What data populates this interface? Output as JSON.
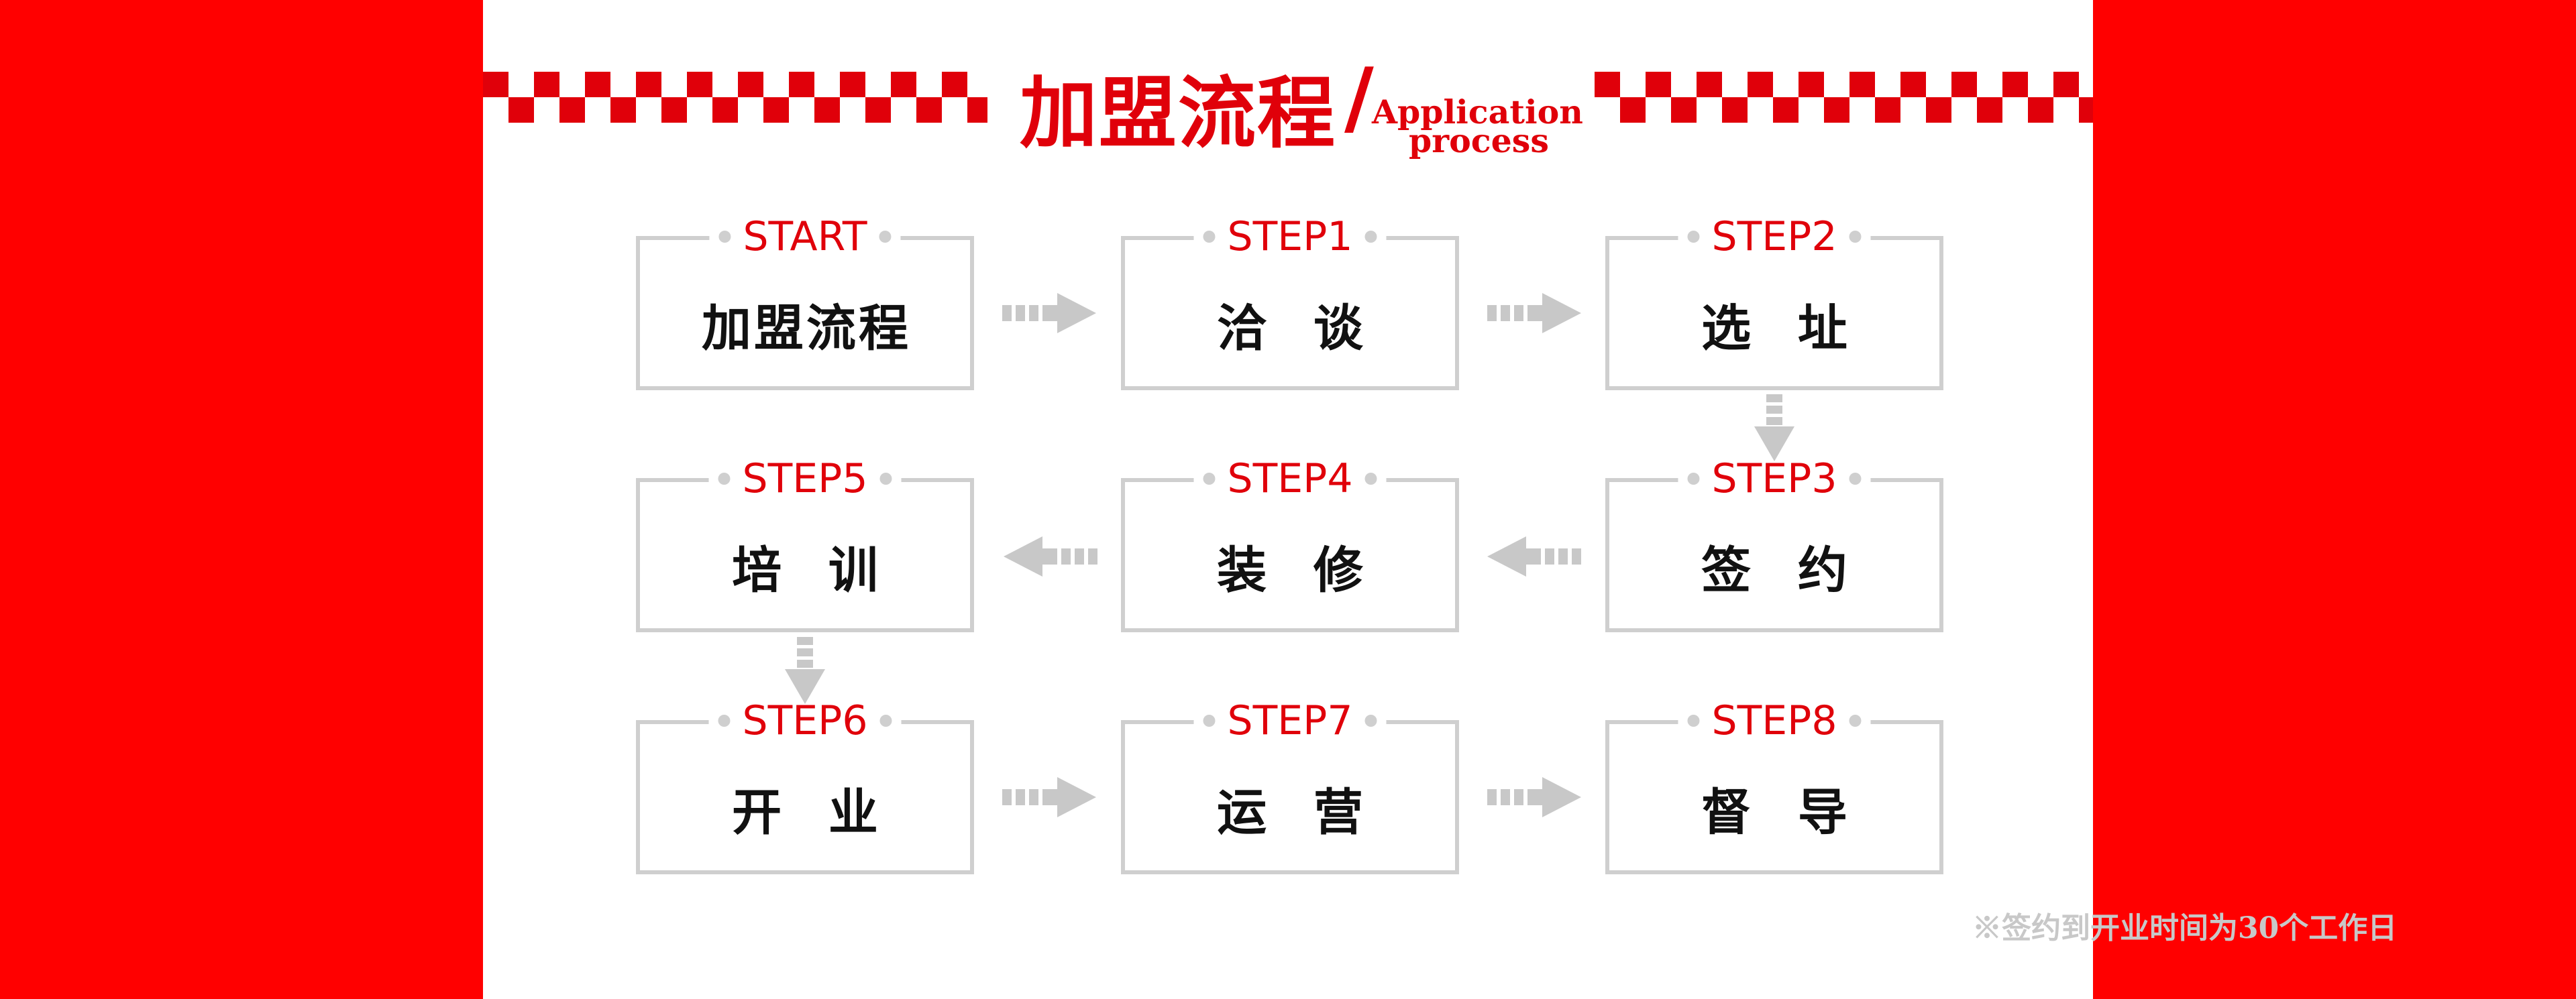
{
  "header": {
    "title_cn": "加盟流程",
    "slash": "/",
    "title_en_line1": "Application",
    "title_en_line2": "process"
  },
  "colors": {
    "accent_red": "#e0000a",
    "background_red": "#ff0000",
    "box_border": "#cfcfcf",
    "arrow": "#c8c8c8"
  },
  "steps": [
    {
      "tag": "START",
      "name": "加盟流程"
    },
    {
      "tag": "STEP1",
      "name": "洽 谈"
    },
    {
      "tag": "STEP2",
      "name": "选 址"
    },
    {
      "tag": "STEP3",
      "name": "签 约"
    },
    {
      "tag": "STEP4",
      "name": "装 修"
    },
    {
      "tag": "STEP5",
      "name": "培 训"
    },
    {
      "tag": "STEP6",
      "name": "开 业"
    },
    {
      "tag": "STEP7",
      "name": "运 营"
    },
    {
      "tag": "STEP8",
      "name": "督 导"
    }
  ],
  "note": "※签约到开业时间为30个工作日"
}
